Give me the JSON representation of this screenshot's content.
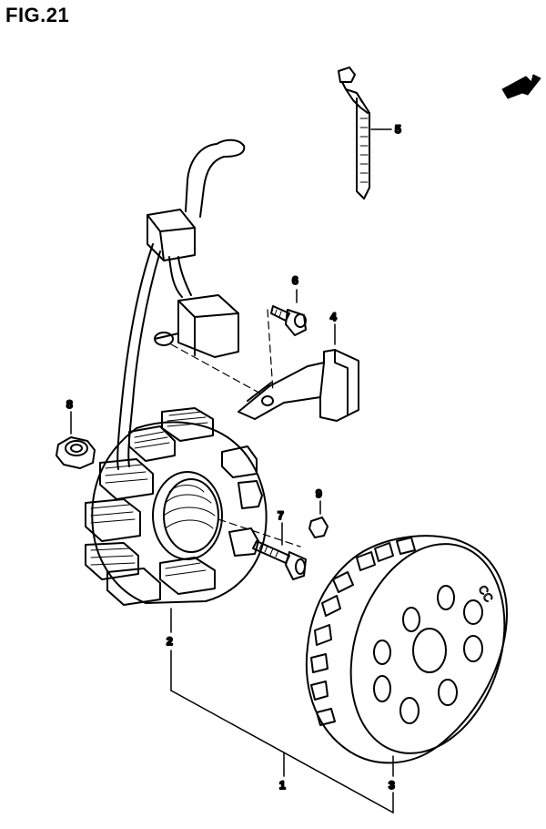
{
  "figure": {
    "title": "FIG.21"
  },
  "direction_badge": {
    "label": "FWD"
  },
  "callouts": {
    "p1": "1",
    "p2": "2",
    "p3": "3",
    "p4": "4",
    "p5": "5",
    "p6": "6",
    "p7": "7",
    "p8": "8",
    "p9": "9"
  },
  "rotor_mark": "CC",
  "colors": {
    "ink": "#000000",
    "paper": "#ffffff"
  }
}
